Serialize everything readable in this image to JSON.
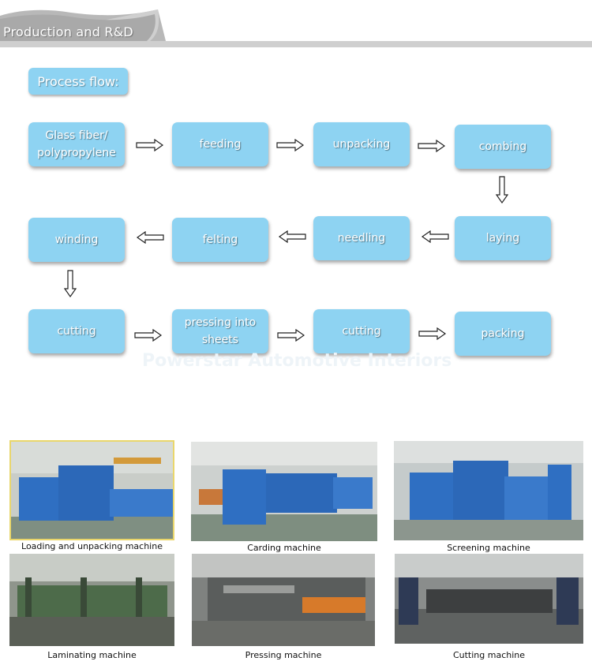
{
  "header": {
    "title": "Production and R&D"
  },
  "process": {
    "label": "Process flow:",
    "steps": [
      "Glass fiber/\npolypropylene",
      "feeding",
      "unpacking",
      "combing",
      "laying",
      "needling",
      "felting",
      "winding",
      "cutting",
      "pressing into\nsheets",
      "cutting",
      "packing"
    ]
  },
  "watermark": "Powerstar Automotive Interiors",
  "machines": [
    {
      "caption": "Loading and unpacking machine"
    },
    {
      "caption": "Carding machine"
    },
    {
      "caption": "Screening machine"
    },
    {
      "caption": "Laminating machine"
    },
    {
      "caption": "Pressing machine"
    },
    {
      "caption": "Cutting machine"
    }
  ],
  "colors": {
    "step_fill": "#8ed3f2",
    "header_gray": "#c8c8c8",
    "machine_blue": "#2f6fc2"
  }
}
